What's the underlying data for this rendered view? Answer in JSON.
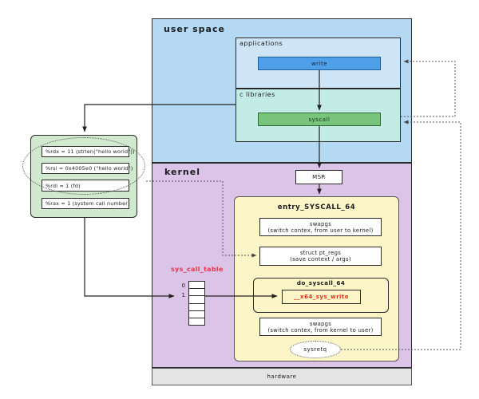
{
  "user_space": {
    "label": "user space",
    "applications": {
      "label": "applications",
      "write_label": "write"
    },
    "c_libraries": {
      "label": "c libraries",
      "syscall_label": "syscall"
    }
  },
  "kernel": {
    "label": "kernel",
    "msr_label": "MSR",
    "entry": {
      "title": "entry_SYSCALL_64",
      "swapgs_enter": {
        "line1": "swapgs",
        "line2": "(switch contex, from user to kernel)"
      },
      "pt_regs": {
        "line1": "struct pt_regs",
        "line2": "(save context / args)"
      },
      "do_syscall": {
        "title": "do_syscall_64",
        "handler": "__x64_sys_write"
      },
      "swapgs_exit": {
        "line1": "swapgs",
        "line2": "(switch contex, from kernel to user)"
      },
      "sysretq_label": "sysretq"
    },
    "sys_call_table": {
      "label": "sys_call_table",
      "indices": [
        "0",
        "1"
      ],
      "row_count": 6
    }
  },
  "hardware": {
    "label": "hardware"
  },
  "registers": {
    "items": [
      "%rdx = 11 (strlen(\"hello world\"))",
      "%rsi = 0x4005e0 (\"hello world\")",
      "%rdi = 1 (fd)",
      "%rax = 1 (system call number)"
    ]
  },
  "colors": {
    "user_space_bg": "#b5d9f2",
    "applications_bg": "#cde5f7",
    "c_libraries_bg": "#c4ece6",
    "write_bg": "#4f9fe9",
    "syscall_bg": "#79c47c",
    "kernel_bg": "#dcc3e8",
    "entry_bg": "#fbf5c8",
    "registers_bg": "#d0e9cf",
    "hardware_bg": "#e4e4e4",
    "table_label_red": "#e8384f",
    "handler_red": "#e03020"
  }
}
